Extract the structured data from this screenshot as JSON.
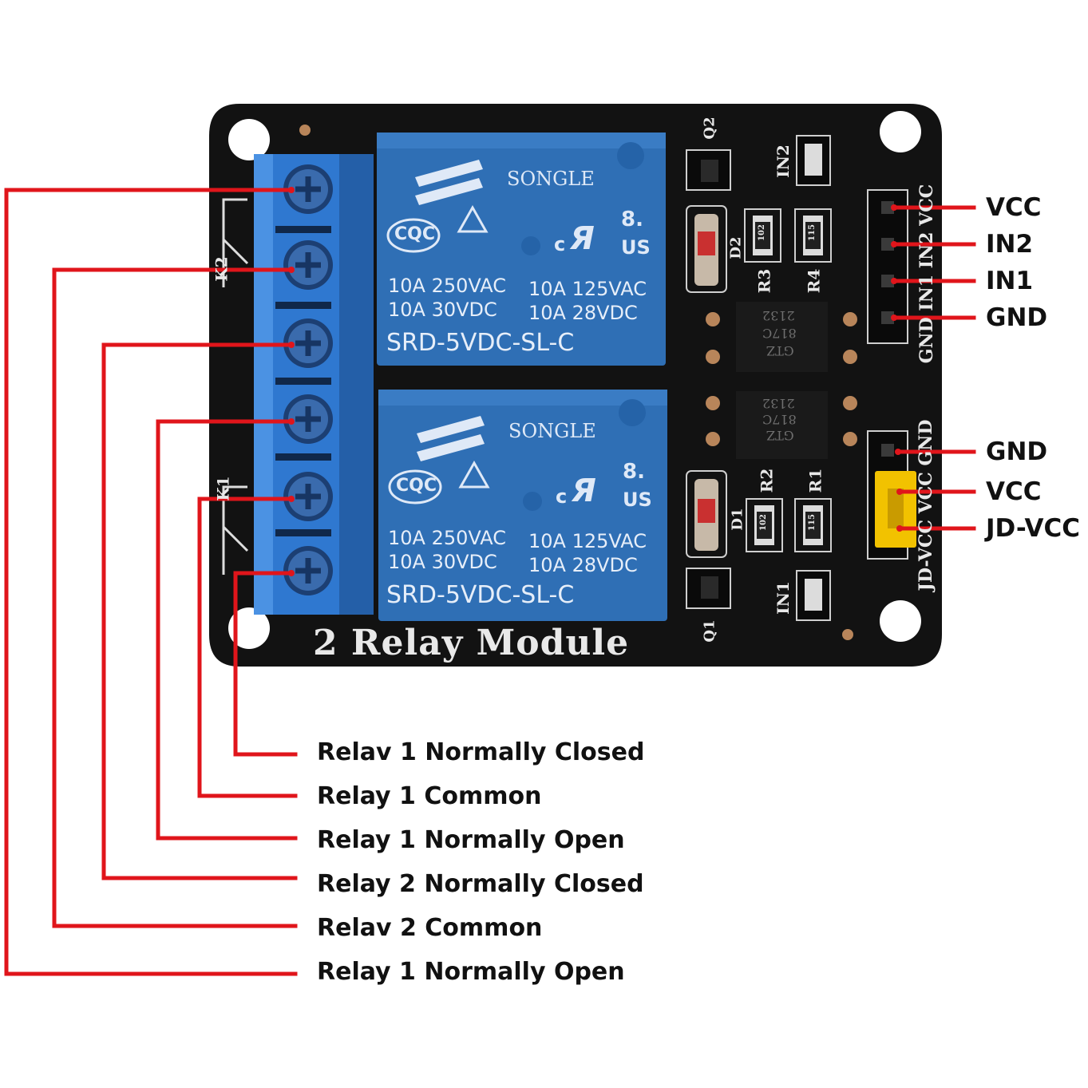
{
  "board": {
    "title": "2 Relay Module",
    "colors": {
      "pcb": "#111111",
      "relay": "#2f6fb5",
      "terminal": "#2f78d0",
      "leader": "#e0151b",
      "jumper": "#f2c200"
    },
    "relays": [
      {
        "brand": "SONGLE",
        "cert_cqc": "CQC",
        "cert_rating": "8.",
        "cert_c": "c",
        "cert_us": "US",
        "spec_ac_1": "10A 250VAC",
        "spec_ac_2": "10A 125VAC",
        "spec_dc_1": "10A 30VDC",
        "spec_dc_2": "10A 28VDC",
        "model": "SRD-5VDC-SL-C"
      },
      {
        "brand": "SONGLE",
        "cert_cqc": "CQC",
        "cert_rating": "8.",
        "cert_c": "c",
        "cert_us": "US",
        "spec_ac_1": "10A 250VAC",
        "spec_ac_2": "10A 125VAC",
        "spec_dc_1": "10A 30VDC",
        "spec_dc_2": "10A 28VDC",
        "model": "SRD-5VDC-SL-C"
      }
    ],
    "silkscreen": {
      "k2": "K2",
      "k1": "K1",
      "q2": "Q2",
      "q1": "Q1",
      "in2": "IN2",
      "in1": "IN1",
      "d2": "D2",
      "d1": "D1",
      "r1": "R1",
      "r2": "R2",
      "r3": "R3",
      "r4": "R4",
      "header_top": "GND IN1 IN2 VCC",
      "header_bottom": "JD-VCC VCC GND",
      "resistor_102": "102",
      "resistor_115": "115",
      "opto_line1": "2132",
      "opto_line2": "817C",
      "opto_line3": "GTZ"
    }
  },
  "pin_labels": [
    "VCC",
    "IN2",
    "IN1",
    "GND",
    "GND",
    "VCC",
    "JD-VCC"
  ],
  "terminal_labels": [
    "Relav 1 Normally Closed",
    "Relay 1 Common",
    "Relay 1 Normally Open",
    "Relay 2 Normally Closed",
    "Relav 2 Common",
    "Relay 1 Normally Open"
  ]
}
